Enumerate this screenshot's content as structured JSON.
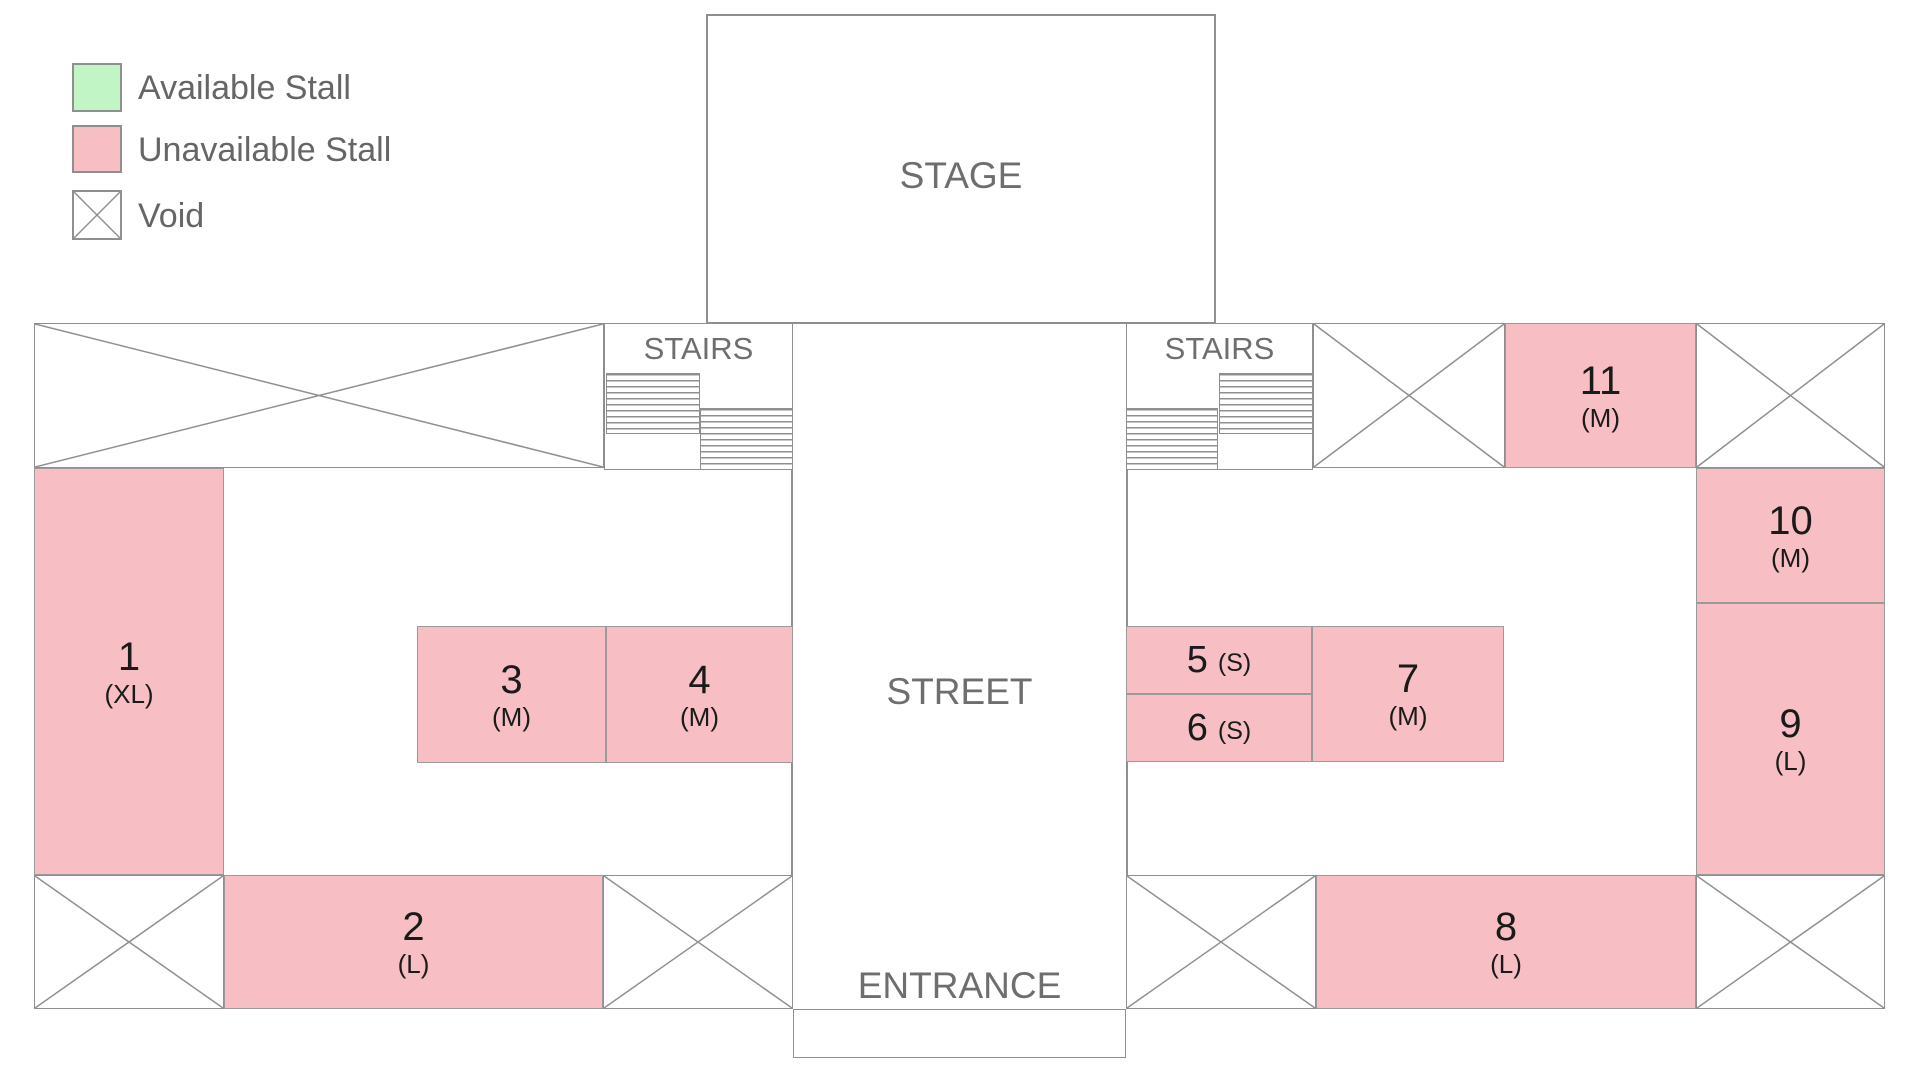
{
  "legend": {
    "items": [
      {
        "label": "Available Stall",
        "type": "available"
      },
      {
        "label": "Unavailable Stall",
        "type": "unavailable"
      },
      {
        "label": "Void",
        "type": "void"
      }
    ]
  },
  "labels": {
    "stage": "STAGE",
    "street": "STREET",
    "entrance": "ENTRANCE",
    "stairs_left": "STAIRS",
    "stairs_right": "STAIRS"
  },
  "stalls": [
    {
      "number": "1",
      "size": "(XL)",
      "status": "unavailable"
    },
    {
      "number": "2",
      "size": "(L)",
      "status": "unavailable"
    },
    {
      "number": "3",
      "size": "(M)",
      "status": "unavailable"
    },
    {
      "number": "4",
      "size": "(M)",
      "status": "unavailable"
    },
    {
      "number": "5",
      "size": "(S)",
      "status": "unavailable"
    },
    {
      "number": "6",
      "size": "(S)",
      "status": "unavailable"
    },
    {
      "number": "7",
      "size": "(M)",
      "status": "unavailable"
    },
    {
      "number": "8",
      "size": "(L)",
      "status": "unavailable"
    },
    {
      "number": "9",
      "size": "(L)",
      "status": "unavailable"
    },
    {
      "number": "10",
      "size": "(M)",
      "status": "unavailable"
    },
    {
      "number": "11",
      "size": "(M)",
      "status": "unavailable"
    }
  ],
  "colors": {
    "available": "#c1f5c5",
    "unavailable": "#f7bec3",
    "line": "#8f8f8f",
    "area_label": "#6e6e6e",
    "legend_text": "#666666",
    "stall_text": "#1a1a1a"
  }
}
